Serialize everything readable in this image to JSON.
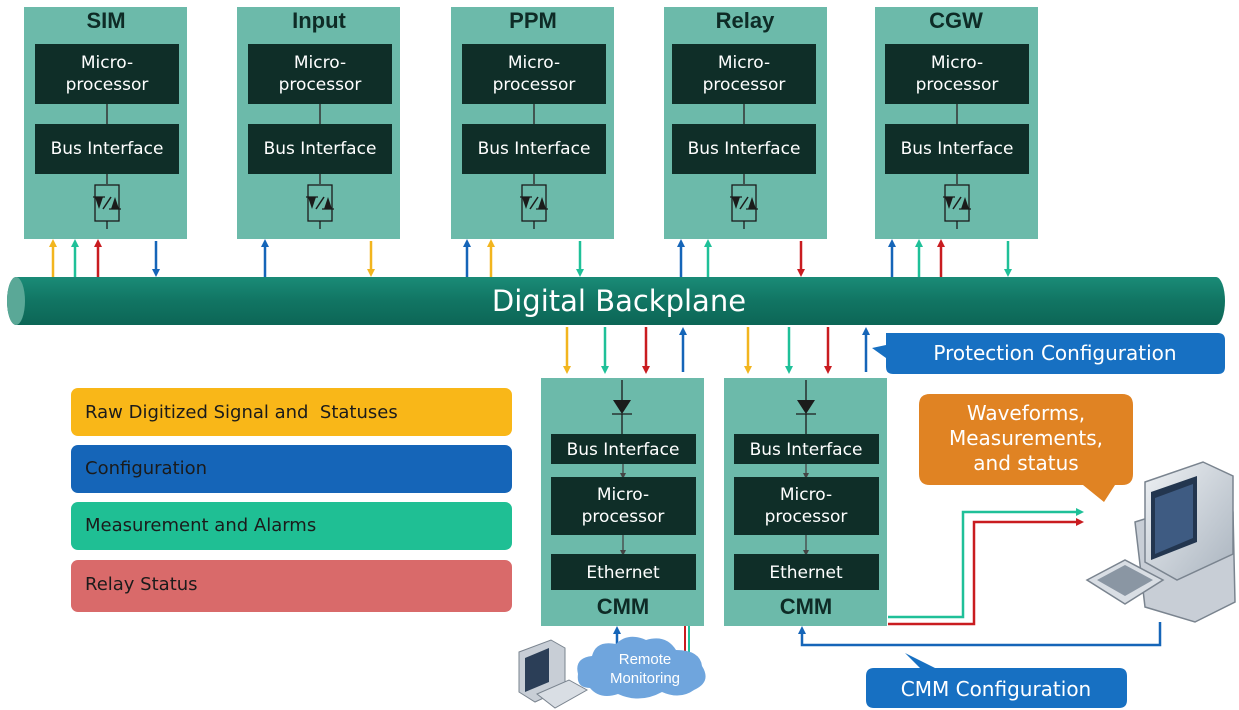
{
  "colors": {
    "module_fill": "#6cbaaa",
    "inner_fill": "#0f2e28",
    "backplane": "#127a68",
    "raw_signal": "#f2b51e",
    "configuration": "#1565b8",
    "measurement": "#1fc098",
    "relay_status": "#c91c20",
    "callout_blue": "#1770c2",
    "bubble_orange": "#e08323",
    "cloud": "#6fa5dd"
  },
  "modules": [
    {
      "title": "SIM",
      "cpu_line1": "Micro-",
      "cpu_line2": "processor",
      "bus": "Bus Interface"
    },
    {
      "title": "Input",
      "cpu_line1": "Micro-",
      "cpu_line2": "processor",
      "bus": "Bus Interface"
    },
    {
      "title": "PPM",
      "cpu_line1": "Micro-",
      "cpu_line2": "processor",
      "bus": "Bus Interface"
    },
    {
      "title": "Relay",
      "cpu_line1": "Micro-",
      "cpu_line2": "processor",
      "bus": "Bus Interface"
    },
    {
      "title": "CGW",
      "cpu_line1": "Micro-",
      "cpu_line2": "processor",
      "bus": "Bus Interface"
    }
  ],
  "backplane_label": "Digital Backplane",
  "protection_config_label": "Protection Configuration",
  "cmm_config_label": "CMM Configuration",
  "cmms": [
    {
      "title": "CMM",
      "bus": "Bus Interface",
      "cpu_line1": "Micro-",
      "cpu_line2": "processor",
      "ethernet": "Ethernet"
    },
    {
      "title": "CMM",
      "bus": "Bus Interface",
      "cpu_line1": "Micro-",
      "cpu_line2": "processor",
      "ethernet": "Ethernet"
    }
  ],
  "legend": [
    {
      "label": "Raw Digitized Signal and  Statuses",
      "color": "#f9b718"
    },
    {
      "label": "Configuration",
      "color": "#1565b8"
    },
    {
      "label": "Measurement and Alarms",
      "color": "#1fbf94"
    },
    {
      "label": "Relay Status",
      "color": "#d96a6a"
    }
  ],
  "bubble": {
    "line1": "Waveforms,",
    "line2": "Measurements,",
    "line3": "and status"
  },
  "cloud": {
    "line1": "Remote",
    "line2": "Monitoring"
  },
  "icons": [
    "computer-icon",
    "small-computer-icon",
    "cloud-icon",
    "tvs-diode-icon"
  ]
}
